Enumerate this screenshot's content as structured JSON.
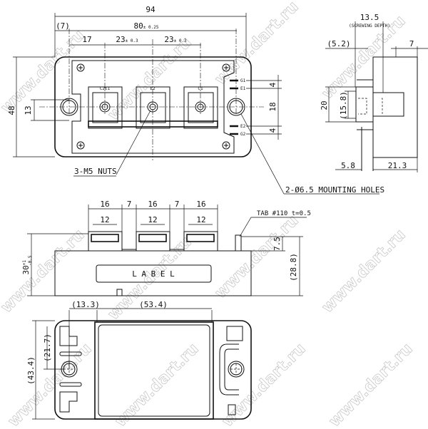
{
  "top_view": {
    "dim_overall_width": "94",
    "dim_hole_pitch": "80",
    "dim_hole_pitch_tol": "± 0.25",
    "dim_edge_to_hole": "(7)",
    "dim_first_terminal": "17",
    "dim_terminal_pitch_1": "23",
    "dim_terminal_pitch_1_tol": "± 0.3",
    "dim_terminal_pitch_2": "23",
    "dim_terminal_pitch_2_tol": "± 0.3",
    "dim_overall_height": "48",
    "dim_tab_height": "13",
    "dim_pin_1": "4",
    "dim_pin_center": "18",
    "dim_pin_2": "4",
    "terminal_labels": [
      "C2E1",
      "E2",
      "C1"
    ],
    "pin_labels": [
      "G1",
      "E1",
      "E2",
      "G2"
    ],
    "note_nuts": "3-M5 NUTS",
    "note_holes": "2-Ø6.5 MOUNTING HOLES"
  },
  "side_view": {
    "dim_screw_depth": "13.5",
    "dim_screw_depth_note": "(SCREWING DEPTH)",
    "dim_offset": "(5.2)",
    "dim_top": "7",
    "dim_nut_height": "20",
    "dim_nut_inner": "(15.8)",
    "dim_base": "5.8",
    "dim_body": "21.3"
  },
  "front_view": {
    "dim_terminal_width": [
      "16",
      "16",
      "16"
    ],
    "dim_gap": [
      "7",
      "7"
    ],
    "dim_terminal_inner": [
      "12",
      "12",
      "12"
    ],
    "note_tab": "TAB #110 t=0.5",
    "dim_height": "30",
    "dim_height_tol_plus": "+1",
    "dim_height_tol_minus": "-0.5",
    "dim_tab_height": "7.5",
    "dim_body_height": "(28.8)",
    "label_text": "L A B E L"
  },
  "bottom_view": {
    "dim_offset": "(13.3)",
    "dim_plate_width": "(53.4)",
    "dim_half_height": "(21.7)",
    "dim_plate_height": "(43.4)"
  },
  "watermark": "www.dart.ru"
}
